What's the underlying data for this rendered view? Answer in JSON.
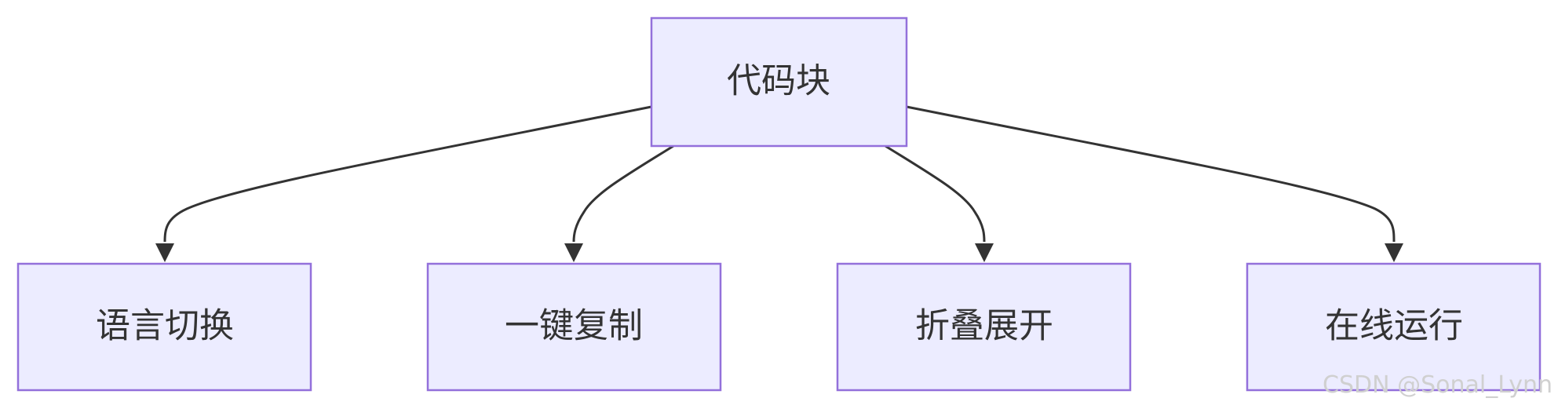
{
  "diagram": {
    "root": {
      "label": "代码块"
    },
    "children": [
      {
        "label": "语言切换"
      },
      {
        "label": "一键复制"
      },
      {
        "label": "折叠展开"
      },
      {
        "label": "在线运行"
      }
    ],
    "colors": {
      "node_fill": "#ececff",
      "node_stroke": "#9370db",
      "edge": "#333333",
      "text": "#333333"
    }
  },
  "watermark": {
    "text": "CSDN @Sonal_Lynn"
  }
}
